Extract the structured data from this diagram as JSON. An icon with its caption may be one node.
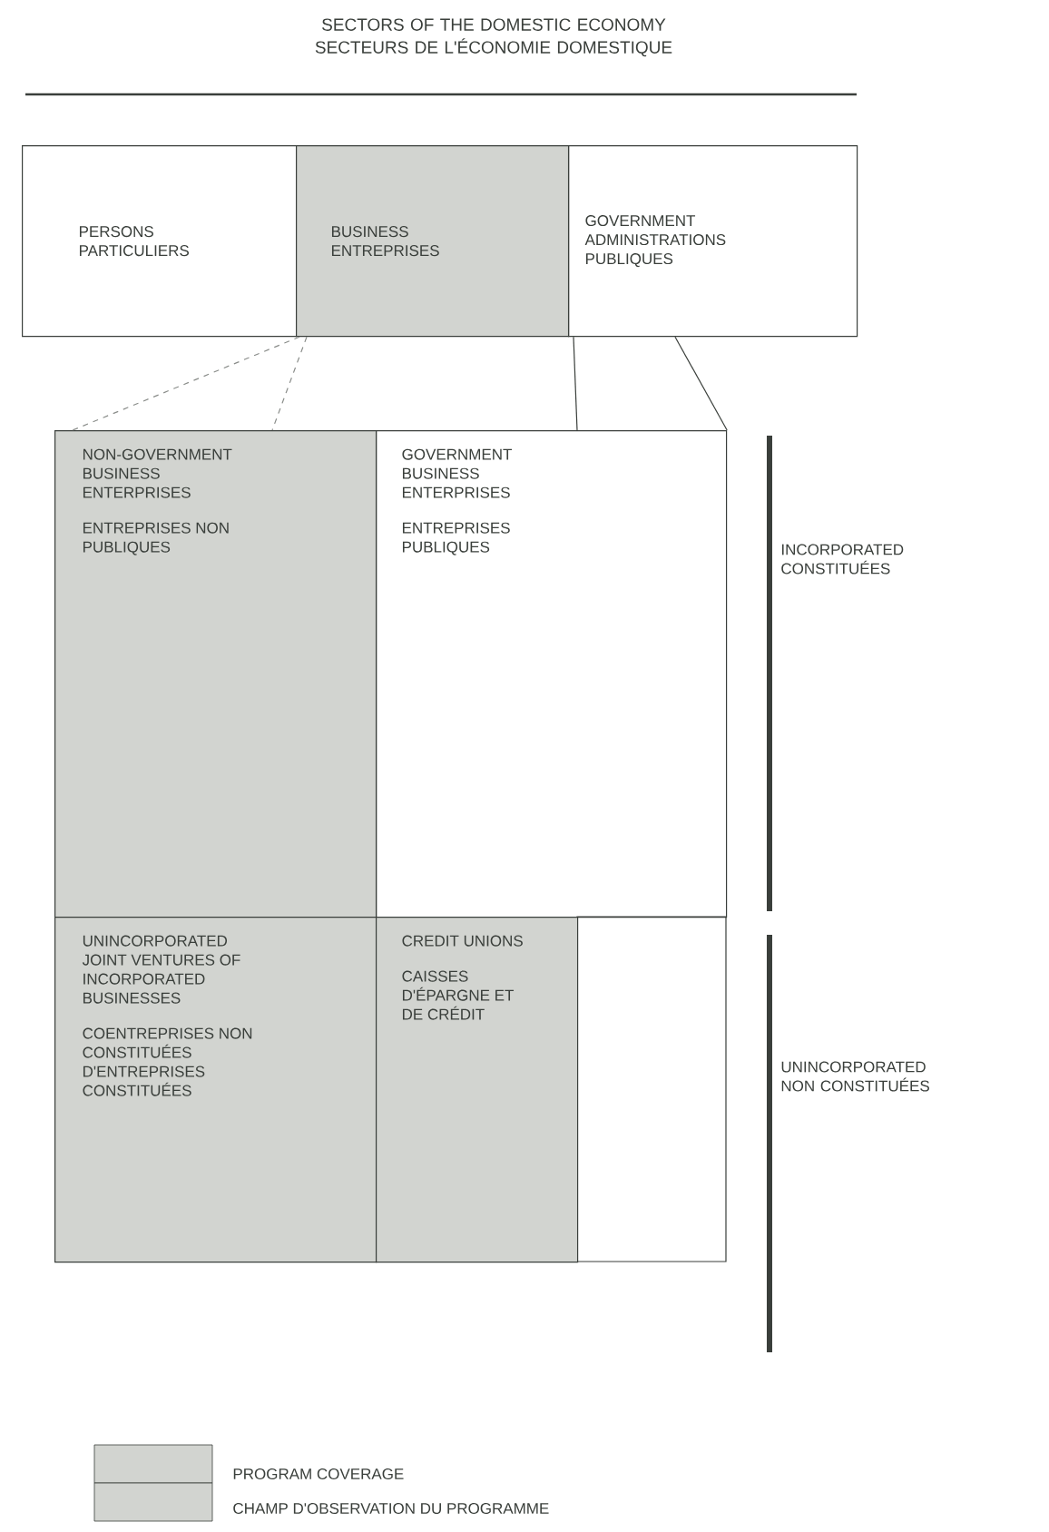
{
  "diagram": {
    "title": "SECTORS OF THE DOMESTIC ECONOMY SECTEURS DE L'ÉCONOMIE DOMESTIQUE",
    "nodes": [
      {
        "text": [
          "PERSONS PARTICULIERS"
        ]
      },
      {
        "text": [
          "BUSINESS ENTREPRISES"
        ]
      },
      {
        "text": [
          "GOVERNMENT ADMINISTRATIONS PUBLIQUES"
        ]
      },
      {
        "text": [
          "NON-GOVERNMENT BUSINESS ENTERPRISES",
          "ENTREPRISES NON PUBLIQUES"
        ]
      },
      {
        "text": [
          "GOVERNMENT BUSINESS ENTERPRISES",
          "ENTREPRISES PUBLIQUES"
        ]
      },
      {
        "text": [
          "UNINCORPORATED JOINT VENTURES OF INCORPORATED BUSINESSES",
          "COENTREPRISES NON CONSTITUÉES D'ENTREPRISES CONSTITUÉES"
        ]
      },
      {
        "text": [
          "CREDIT UNIONS",
          "CAISSES D'ÉPARGNE ET DE CRÉDIT"
        ]
      }
    ],
    "edges": [
      {
        "from": 1,
        "to": 3,
        "arrow": "none",
        "style": "dashed"
      },
      {
        "from": 1,
        "to": 3,
        "arrow": "none",
        "style": "dashed"
      },
      {
        "from": 2,
        "to": 4,
        "arrow": "none"
      },
      {
        "from": 2,
        "to": 4,
        "arrow": "none"
      }
    ],
    "labels": [
      "INCORPORATED CONSTITUÉES",
      "UNINCORPORATED NON CONSTITUÉES"
    ],
    "legend": [
      {
        "text": "PROGRAM COVERAGE",
        "color": "#d2d4d0"
      },
      {
        "text": "CHAMP D'OBSERVATION DU PROGRAMME",
        "color": "#d2d4d0"
      }
    ]
  }
}
